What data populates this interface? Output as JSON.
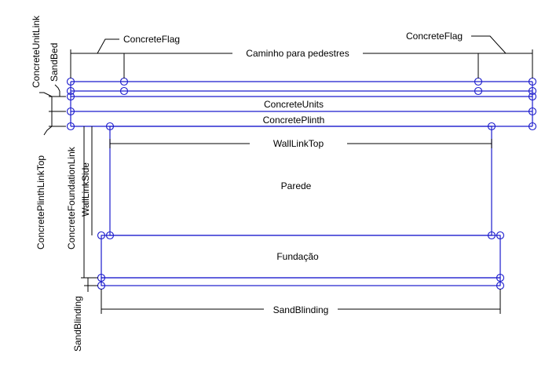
{
  "labels": {
    "concrete_flag_left": "ConcreteFlag",
    "concrete_flag_right": "ConcreteFlag",
    "walkway": "Caminho para pedestres",
    "concrete_units": "ConcreteUnits",
    "concrete_plinth": "ConcretePlinth",
    "wall_link_top": "WallLinkTop",
    "wall": "Parede",
    "foundation": "Fundação",
    "sand_blinding_bottom": "SandBlinding",
    "concrete_unit_link": "ConcreteUnitLink",
    "sand_bed": "SandBed",
    "concrete_plinth_link_top": "ConcretePlinthLinkTop",
    "concrete_foundation_link": "ConcreteFoundationLink",
    "wall_link_side": "WallLinkSide",
    "sand_blinding_side": "SandBlinding"
  },
  "colors": {
    "shape_line": "#1a1acd",
    "dimension_line": "#000000",
    "background": "#ffffff"
  }
}
